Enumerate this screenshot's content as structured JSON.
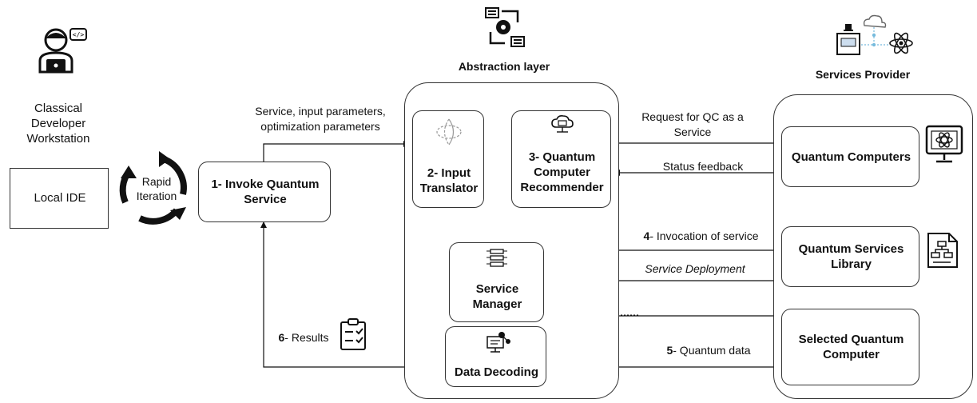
{
  "developer": {
    "label": "Classical\nDeveloper\nWorkstation",
    "ide_label": "Local IDE",
    "cycle_label": "Rapid\nIteration"
  },
  "abstraction": {
    "title": "Abstraction layer",
    "translator": {
      "num": "2-",
      "label": "Input\nTranslator"
    },
    "recommender": {
      "num": "3-",
      "label": "Quantum\nComputer\nRecommender"
    },
    "manager": {
      "label": "Service\nManager"
    },
    "decoder": {
      "label": "Data Decoding"
    }
  },
  "invoke": {
    "num": "1-",
    "label": "Invoke Quantum\nService"
  },
  "provider": {
    "title": "Services Provider",
    "qc": "Quantum Computers",
    "library": "Quantum Services\nLibrary",
    "selected": "Selected Quantum\nComputer"
  },
  "edges": {
    "input": "Service, input parameters,\noptimization parameters",
    "request": "Request for QC  as a\nService",
    "status": "Status feedback",
    "invocation_num": "4",
    "invocation": "- Invocation of service",
    "deployment": "Service Deployment",
    "data_num": "5",
    "data": "- Quantum data",
    "results_num": "6",
    "results": "- Results"
  },
  "icons": [
    "developer-icon",
    "abstraction-icon",
    "provider-icon",
    "globe-icon",
    "cpu-icon",
    "cloud-icon",
    "monitor-icon",
    "library-icon",
    "server-icon",
    "decoder-icon",
    "clipboard-icon",
    "cycle-arrows-icon"
  ]
}
